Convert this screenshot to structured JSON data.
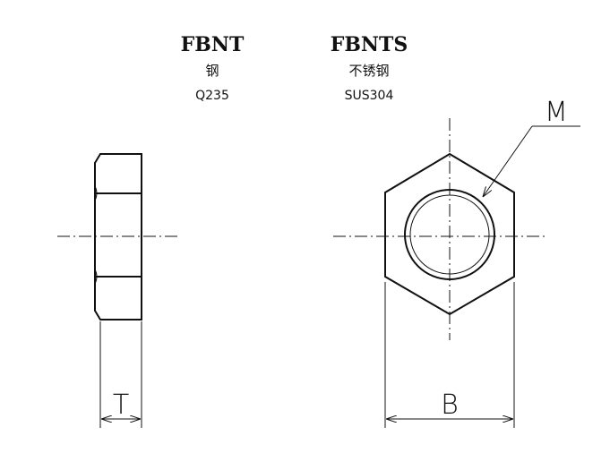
{
  "columns": [
    {
      "model": "FBNT",
      "material_cn": "钢",
      "material_code": "Q235"
    },
    {
      "model": "FBNTS",
      "material_cn": "不锈钢",
      "material_code": "SUS304"
    }
  ],
  "dimensions": {
    "thread_label": "M",
    "thickness_label": "T",
    "width_label": "B"
  }
}
